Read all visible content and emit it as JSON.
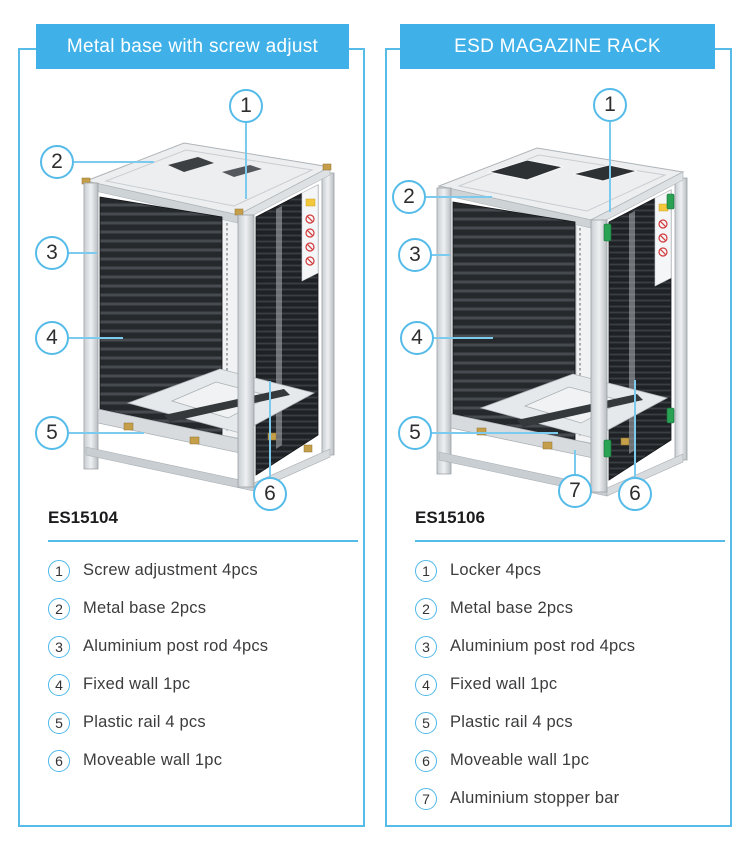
{
  "accent_colors": {
    "banner_blue": "#3fb1e8",
    "frame_blue": "#58bce9",
    "callout_blue": "#55bbe9",
    "locker_green": "#2aa254"
  },
  "left_panel": {
    "banner": "Metal base with screw adjust",
    "model": "ES15104",
    "callouts": [
      "1",
      "2",
      "3",
      "4",
      "5",
      "6"
    ],
    "parts": [
      {
        "num": "1",
        "label": "Screw adjustment 4pcs"
      },
      {
        "num": "2",
        "label": "Metal base 2pcs"
      },
      {
        "num": "3",
        "label": "Aluminium post rod 4pcs"
      },
      {
        "num": "4",
        "label": "Fixed wall 1pc"
      },
      {
        "num": "5",
        "label": "Plastic rail 4 pcs"
      },
      {
        "num": "6",
        "label": "Moveable wall 1pc"
      }
    ]
  },
  "right_panel": {
    "banner": "ESD MAGAZINE RACK",
    "model": "ES15106",
    "callouts": [
      "1",
      "2",
      "3",
      "4",
      "5",
      "6",
      "7"
    ],
    "parts": [
      {
        "num": "1",
        "label": "Locker 4pcs"
      },
      {
        "num": "2",
        "label": "Metal base 2pcs"
      },
      {
        "num": "3",
        "label": "Aluminium post rod 4pcs"
      },
      {
        "num": "4",
        "label": "Fixed wall 1pc"
      },
      {
        "num": "5",
        "label": "Plastic rail 4 pcs"
      },
      {
        "num": "6",
        "label": "Moveable wall 1pc"
      },
      {
        "num": "7",
        "label": "Aluminium stopper bar"
      }
    ]
  }
}
